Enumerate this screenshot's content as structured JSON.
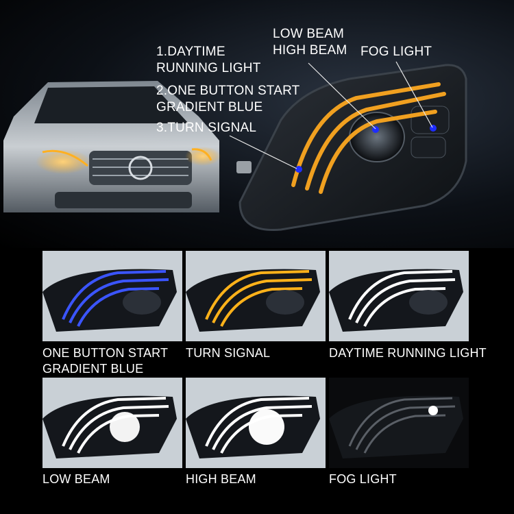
{
  "callouts": {
    "daytime": [
      "1.DAYTIME",
      "RUNNING LIGHT"
    ],
    "one_button": [
      "2.ONE BUTTON START",
      "GRADIENT BLUE"
    ],
    "turn": "3.TURN SIGNAL",
    "beams": [
      "LOW BEAM",
      "HIGH BEAM"
    ],
    "fog": "FOG LIGHT"
  },
  "panels": [
    {
      "caption": [
        "ONE BUTTON START",
        "GRADIENT BLUE"
      ],
      "light_color": "#3b55ff",
      "glow": "blue"
    },
    {
      "caption": [
        "TURN SIGNAL"
      ],
      "light_color": "#ffb21a",
      "glow": "amber"
    },
    {
      "caption": [
        "DAYTIME RUNNING LIGHT"
      ],
      "light_color": "#ffffff",
      "glow": "white"
    },
    {
      "caption": [
        "LOW BEAM"
      ],
      "light_color": "#ffffff",
      "glow": "white-lens"
    },
    {
      "caption": [
        "HIGH BEAM"
      ],
      "light_color": "#ffffff",
      "glow": "white-lens"
    },
    {
      "caption": [
        "FOG LIGHT"
      ],
      "light_color": "#ffffff",
      "glow": "white-dim"
    }
  ],
  "colors": {
    "drl_amber": "#f0a020",
    "marker_blue": "#1e2dff",
    "background": "#000000"
  }
}
